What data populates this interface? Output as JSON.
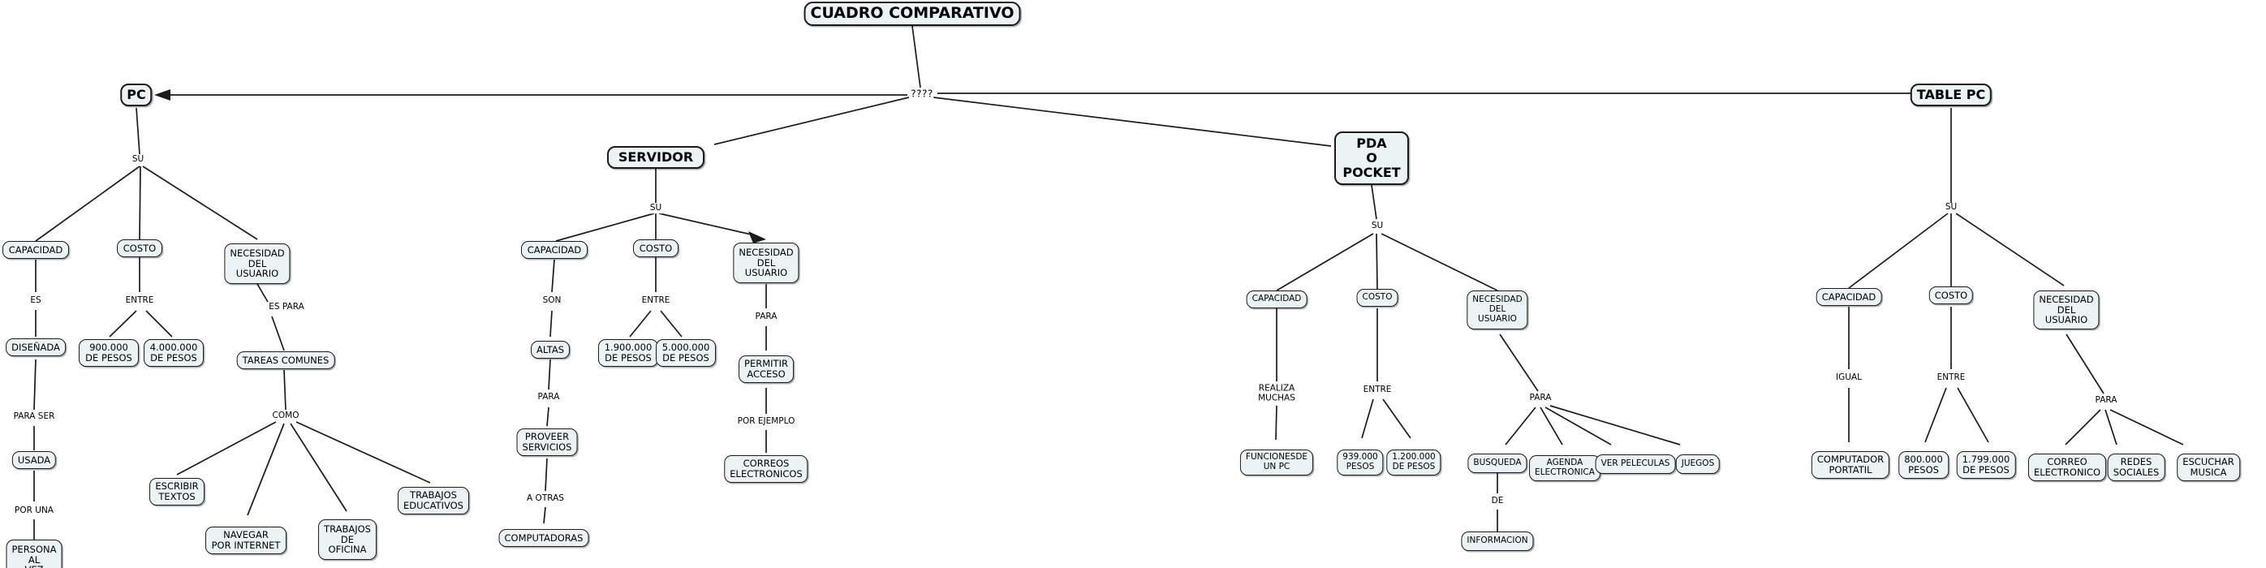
{
  "diagram": {
    "title": "CUADRO COMPARATIVO",
    "type": "concept-map",
    "root_link_label": "????",
    "colors": {
      "node_fill": "#ecf3f5",
      "node_border": "#1b1b1b",
      "edge": "#1b1b1b",
      "background": "#ffffff"
    }
  },
  "nodes": {
    "root": "CUADRO COMPARATIVO",
    "pc": "PC",
    "servidor": "SERVIDOR",
    "pda": "PDA\nO\nPOCKET",
    "table_pc": "TABLE PC",
    "pc_capacidad": "CAPACIDAD",
    "pc_costo": "COSTO",
    "pc_necesidad": "NECESIDAD\nDEL\nUSUARIO",
    "pc_disenada": "DISEÑADA",
    "pc_900": "900.000\nDE PESOS",
    "pc_4000": "4.000.000\nDE PESOS",
    "pc_tareas": "TAREAS COMUNES",
    "pc_usada": "USADA",
    "pc_persona": "PERSONA\nAL\nVEZ",
    "pc_escribir": "ESCRIBIR\nTEXTOS",
    "pc_navegar": "NAVEGAR\nPOR INTERNET",
    "pc_oficina": "TRABAJOS\nDE\nOFICINA",
    "pc_educativos": "TRABAJOS\nEDUCATIVOS",
    "sv_capacidad": "CAPACIDAD",
    "sv_costo": "COSTO",
    "sv_necesidad": "NECESIDAD\nDEL\nUSUARIO",
    "sv_altas": "ALTAS",
    "sv_1900": "1.900.000\nDE PESOS",
    "sv_5000": "5.000.000\nDE PESOS",
    "sv_permitir": "PERMITIR\nACCESO",
    "sv_proveer": "PROVEER\nSERVICIOS",
    "sv_correos": "CORREOS\nELECTRONICOS",
    "sv_computadoras": "COMPUTADORAS",
    "pd_capacidad": "CAPACIDAD",
    "pd_costo": "COSTO",
    "pd_necesidad": "NECESIDAD\nDEL\nUSUARIO",
    "pd_funciones": "FUNCIONESDE\nUN PC",
    "pd_939": "939.000\nPESOS",
    "pd_1200": "1.200.000\nDE PESOS",
    "pd_busqueda": "BUSQUEDA",
    "pd_agenda": "AGENDA\nELECTRONICA",
    "pd_peliculas": "VER PELECULAS",
    "pd_juegos": "JUEGOS",
    "pd_informacion": "INFORMACION",
    "tb_capacidad": "CAPACIDAD",
    "tb_costo": "COSTO",
    "tb_necesidad": "NECESIDAD\nDEL\nUSUARIO",
    "tb_portatil": "COMPUTADOR\nPORTATIL",
    "tb_800": "800.000\nPESOS",
    "tb_1799": "1.799.000\nDE PESOS",
    "tb_correo": "CORREO\nELECTRONICO",
    "tb_redes": "REDES\nSOCIALES",
    "tb_musica": "ESCUCHAR\nMUSICA"
  },
  "link_labels": {
    "root_q": "????",
    "pc_su": "SU",
    "pc_es": "ES",
    "pc_entre": "ENTRE",
    "pc_espara": "ES PARA",
    "pc_paraser": "PARA SER",
    "pc_poruna": "POR UNA",
    "pc_como": "COMO",
    "sv_su": "SU",
    "sv_son": "SON",
    "sv_entre": "ENTRE",
    "sv_para": "PARA",
    "sv_para2": "PARA",
    "sv_porejemplo": "POR EJEMPLO",
    "sv_aotras": "A OTRAS",
    "pd_su": "SU",
    "pd_realiza": "REALIZA\nMUCHAS",
    "pd_entre": "ENTRE",
    "pd_para": "PARA",
    "pd_de": "DE",
    "tb_su": "SU",
    "tb_igual": "IGUAL",
    "tb_entre": "ENTRE",
    "tb_para": "PARA"
  }
}
